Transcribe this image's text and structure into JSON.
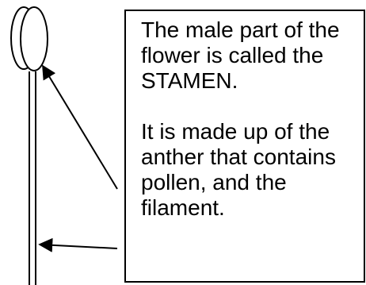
{
  "text_box": {
    "paragraph_1": "The male part of the flower is called the STAMEN.",
    "paragraph_2": "It is made up of the anther that contains pollen, and the filament."
  },
  "colors": {
    "stroke": "#000000",
    "background": "#ffffff"
  },
  "diagram_parts": [
    "anther",
    "filament"
  ]
}
